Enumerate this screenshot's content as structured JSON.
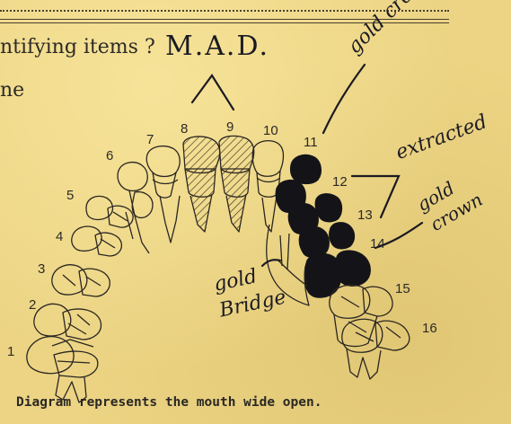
{
  "document": {
    "question_fragment": "ntifying items ?",
    "line_fragment": "ne",
    "caption": "Diagram represents the mouth wide open."
  },
  "tooth_numbers": [
    "1",
    "2",
    "3",
    "4",
    "5",
    "6",
    "7",
    "8",
    "9",
    "10",
    "11",
    "12",
    "13",
    "14",
    "15",
    "16"
  ],
  "handwritten": {
    "initials": "M.A.D.",
    "gold_crown_top": "gold crown",
    "extracted": "extracted",
    "gold_crown_line1": "gold",
    "gold_crown_line2": "crown",
    "gold_bridge_line1": "gold",
    "gold_bridge_line2": "Bridge"
  },
  "colors": {
    "paper": "#ecd484",
    "ink": "#1b1a22",
    "print": "#2c2a26"
  }
}
